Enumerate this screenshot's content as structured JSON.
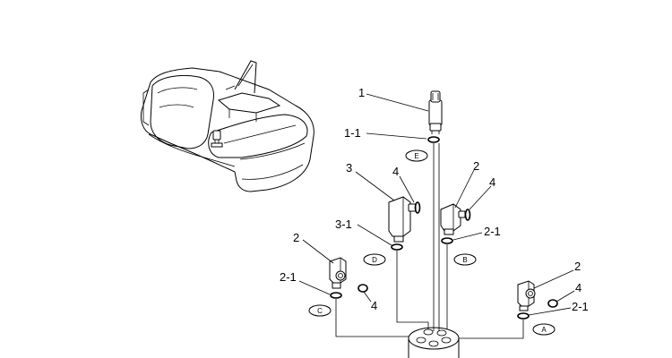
{
  "callouts": {
    "c1": "1",
    "c1_1": "1-1",
    "c3": "3",
    "c4_top_left": "4",
    "c2_top_right": "2",
    "c4_top_right": "4",
    "c3_1": "3-1",
    "c2_1_mid": "2-1",
    "c2_left": "2",
    "c2_1_left": "2-1",
    "c4_left": "4",
    "c2_right": "2",
    "c4_right": "4",
    "c2_1_right": "2-1"
  },
  "tags": {
    "E": "E",
    "D": "D",
    "B": "B",
    "C": "C",
    "A": "A"
  }
}
